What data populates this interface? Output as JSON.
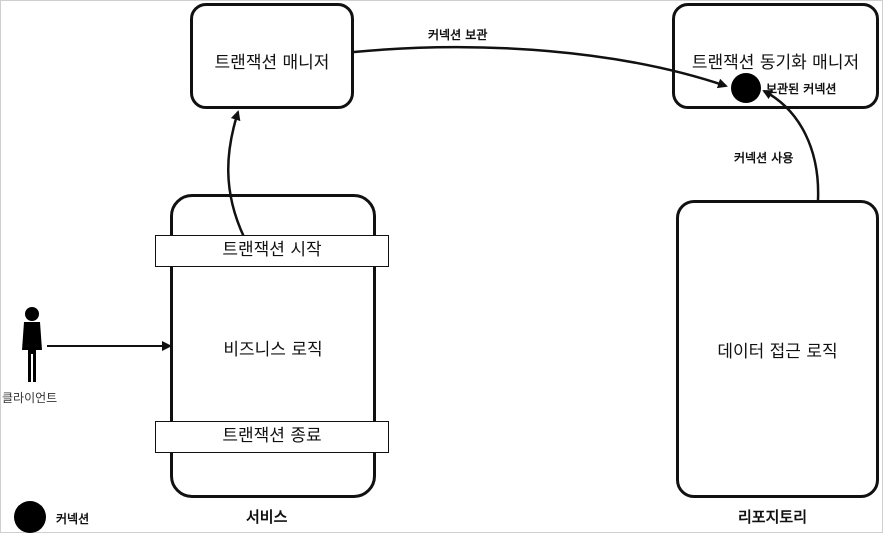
{
  "nodes": {
    "transaction_manager": "트랜잭션 매니저",
    "sync_manager": "트랜잭션 동기화 매니저",
    "stored_connection": "보관된 커넥션",
    "service": {
      "start": "트랜잭션 시작",
      "logic": "비즈니스 로직",
      "end": "트랜잭션 종료",
      "caption": "서비스"
    },
    "repository": {
      "logic": "데이터 접근 로직",
      "caption": "리포지토리"
    },
    "client": "클라이언트"
  },
  "edges": {
    "store_connection": "커넥션 보관",
    "use_connection": "커넥션 사용"
  },
  "legend": {
    "connection": "커넥션"
  },
  "colors": {
    "stroke": "#111111",
    "background": "#ffffff",
    "frame": "#cfcfcf"
  }
}
